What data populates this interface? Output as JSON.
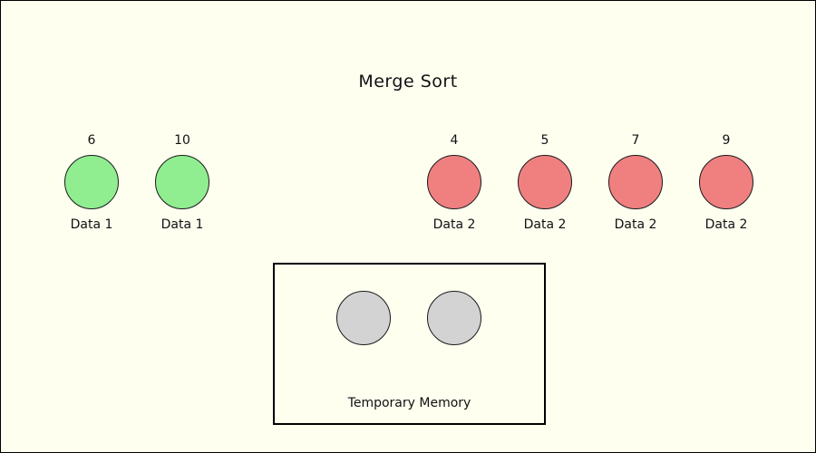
{
  "title": "Merge Sort",
  "colors": {
    "background": "#FFFFF0",
    "stroke": "#1a1a1a",
    "data1_fill": "#90EE90",
    "data2_fill": "#F08080",
    "temp_fill": "#D3D3D3"
  },
  "groups": {
    "data1": {
      "label": "Data 1",
      "values": [
        "6",
        "10"
      ]
    },
    "data2": {
      "label": "Data 2",
      "values": [
        "4",
        "5",
        "7",
        "9"
      ]
    },
    "temp": {
      "label": "Temporary Memory",
      "slot_count": 2
    }
  }
}
